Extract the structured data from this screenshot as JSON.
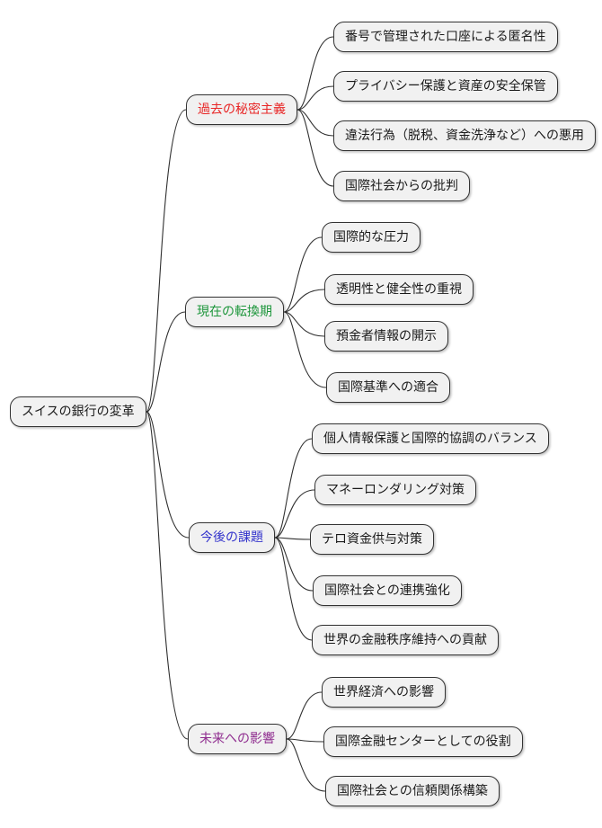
{
  "diagram": {
    "type": "mindmap",
    "title": "スイスの銀行の変革"
  },
  "palette": {
    "red": "#e82626",
    "green": "#1e963c",
    "blue": "#3333cc",
    "purple": "#8f2d8f",
    "black": "#1a1a1a",
    "node_fill": "#f1f1f1",
    "node_border": "#333333",
    "connector": "#303030"
  },
  "root": {
    "label": "スイスの銀行の変革",
    "color": "black"
  },
  "branches": [
    {
      "label": "過去の秘密主義",
      "color": "red",
      "leaves": [
        "番号で管理された口座による匿名性",
        "プライバシー保護と資産の安全保管",
        "違法行為（脱税、資金洗浄など）への悪用",
        "国際社会からの批判"
      ]
    },
    {
      "label": "現在の転換期",
      "color": "green",
      "leaves": [
        "国際的な圧力",
        "透明性と健全性の重視",
        "預金者情報の開示",
        "国際基準への適合"
      ]
    },
    {
      "label": "今後の課題",
      "color": "blue",
      "leaves": [
        "個人情報保護と国際的協調のバランス",
        "マネーロンダリング対策",
        "テロ資金供与対策",
        "国際社会との連携強化",
        "世界の金融秩序維持への貢献"
      ]
    },
    {
      "label": "未来への影響",
      "color": "purple",
      "leaves": [
        "世界経済への影響",
        "国際金融センターとしての役割",
        "国際社会との信頼関係構築"
      ]
    }
  ]
}
